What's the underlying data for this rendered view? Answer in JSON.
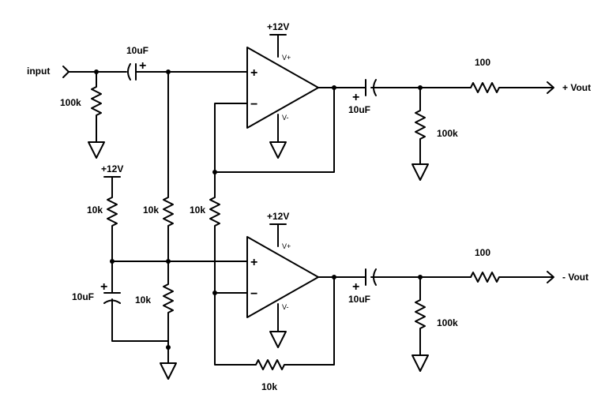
{
  "labels": {
    "input": "input",
    "cap_in": "10uF",
    "r_in_shunt": "100k",
    "supply_top_opamp": "+12V",
    "vplus_top": "V+",
    "vminus_top": "V-",
    "cap_out_top": "10uF",
    "r_series_top": "100",
    "r_shunt_top": "100k",
    "out_top": "+ Vout",
    "supply_bias": "+12V",
    "r_bias_upper": "10k",
    "r_bias_lower": "10k",
    "r_mid": "10k",
    "r_fb_link": "10k",
    "cap_bias": "10uF",
    "supply_bottom_opamp": "+12V",
    "vplus_bottom": "V+",
    "vminus_bottom": "V-",
    "cap_out_bottom": "10uF",
    "r_series_bottom": "100",
    "r_shunt_bottom": "100k",
    "out_bottom": "- Vout",
    "r_feedback": "10k",
    "plus_sign": "+",
    "minus_sign": "−"
  }
}
